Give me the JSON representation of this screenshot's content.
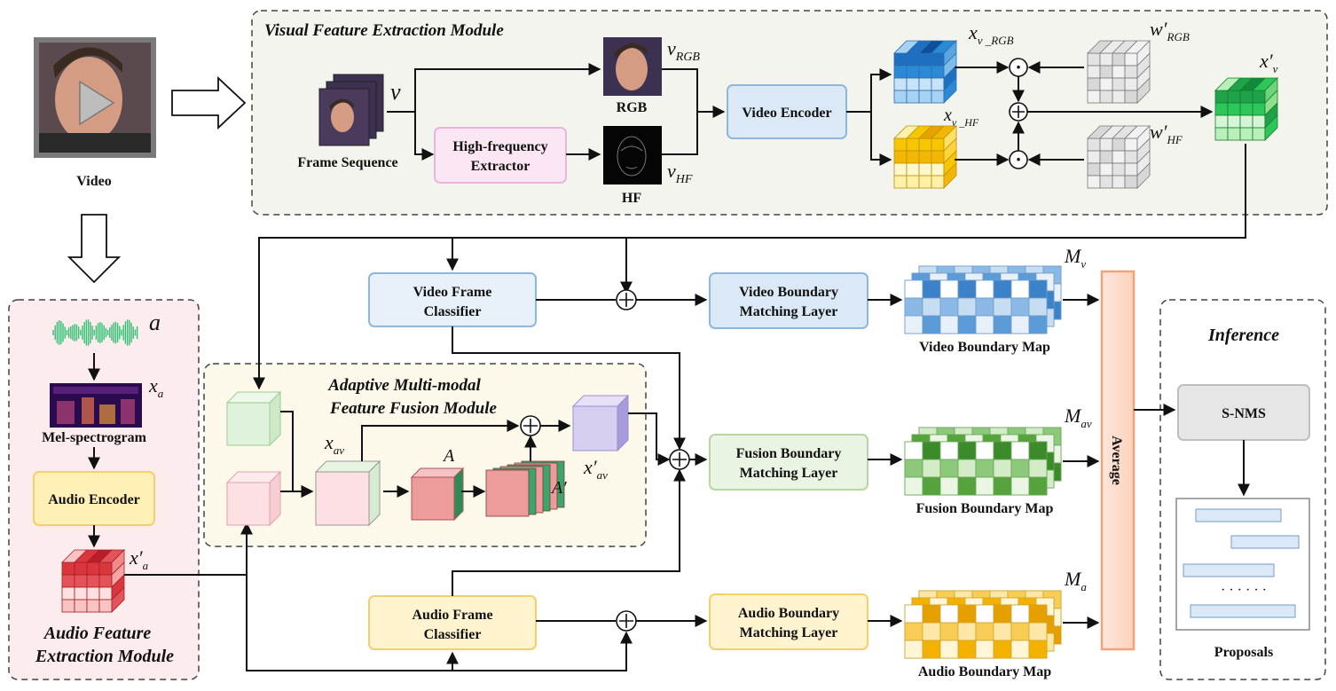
{
  "colors": {
    "video_blue": "#dbe9f7",
    "video_blue_stroke": "#8fb6de",
    "fusion_green": "#e9f4e2",
    "fusion_green_stroke": "#b4d8a0",
    "audio_yellow": "#fff4cf",
    "audio_yellow_stroke": "#f4cf6a",
    "hf_pink": "#fbe6f3",
    "hf_pink_stroke": "#eab4dc",
    "average_orange": "#fde6da",
    "average_orange_stroke": "#f3a27a",
    "snms_gray": "#e6e6e6",
    "visual_module_bg": "#f4f4ee",
    "audio_module_bg": "#fdecee",
    "fusion_module_bg": "#fdf9ea"
  },
  "input": {
    "video_label": "Video"
  },
  "visual_module": {
    "title": "Visual Feature Extraction Module",
    "frame_sequence_label": "Frame Sequence",
    "v_symbol": "v",
    "rgb_label": "RGB",
    "hf_label": "HF",
    "v_rgb_symbol": "v",
    "v_rgb_sub": "RGB",
    "v_hf_symbol": "v",
    "v_hf_sub": "HF",
    "hf_extractor_line1": "High-frequency",
    "hf_extractor_line2": "Extractor",
    "video_encoder": "Video Encoder",
    "x_v_rgb_symbol": "x",
    "x_v_rgb_sub": "v _RGB",
    "x_v_hf_symbol": "x",
    "x_v_hf_sub": "v _HF",
    "w_rgb_symbol": "w′",
    "w_rgb_sub": "RGB",
    "w_hf_symbol": "w′",
    "w_hf_sub": "HF",
    "x_v_prime_symbol": "x′",
    "x_v_prime_sub": "v",
    "dot_symbol": "·",
    "plus_symbol": "+"
  },
  "audio_module": {
    "title_line1": "Audio Feature",
    "title_line2": "Extraction Module",
    "a_symbol": "a",
    "x_a_symbol": "x",
    "x_a_sub": "a",
    "mel_label": "Mel-spectrogram",
    "audio_encoder": "Audio Encoder",
    "x_a_prime_symbol": "x′",
    "x_a_prime_sub": "a"
  },
  "fusion_module": {
    "title_line1": "Adaptive Multi-modal",
    "title_line2": "Feature Fusion Module",
    "x_av_symbol": "x",
    "x_av_sub": "av",
    "A_symbol": "A",
    "A_prime_symbol": "A′",
    "x_av_prime_symbol": "x′",
    "x_av_prime_sub": "av"
  },
  "classifiers": {
    "video_line1": "Video Frame",
    "video_line2": "Classifier",
    "audio_line1": "Audio Frame",
    "audio_line2": "Classifier"
  },
  "matching_layers": {
    "video_line1": "Video Boundary",
    "video_line2": "Matching Layer",
    "fusion_line1": "Fusion Boundary",
    "fusion_line2": "Matching Layer",
    "audio_line1": "Audio Boundary",
    "audio_line2": "Matching Layer"
  },
  "boundary_maps": {
    "video_label": "Video Boundary Map",
    "fusion_label": "Fusion Boundary Map",
    "audio_label": "Audio Boundary Map",
    "m_v_symbol": "M",
    "m_v_sub": "v",
    "m_av_symbol": "M",
    "m_av_sub": "av",
    "m_a_symbol": "M",
    "m_a_sub": "a"
  },
  "average_label": "Average",
  "inference": {
    "title": "Inference",
    "snms": "S-NMS",
    "ellipsis": "· · · · · ·",
    "proposals_label": "Proposals"
  }
}
